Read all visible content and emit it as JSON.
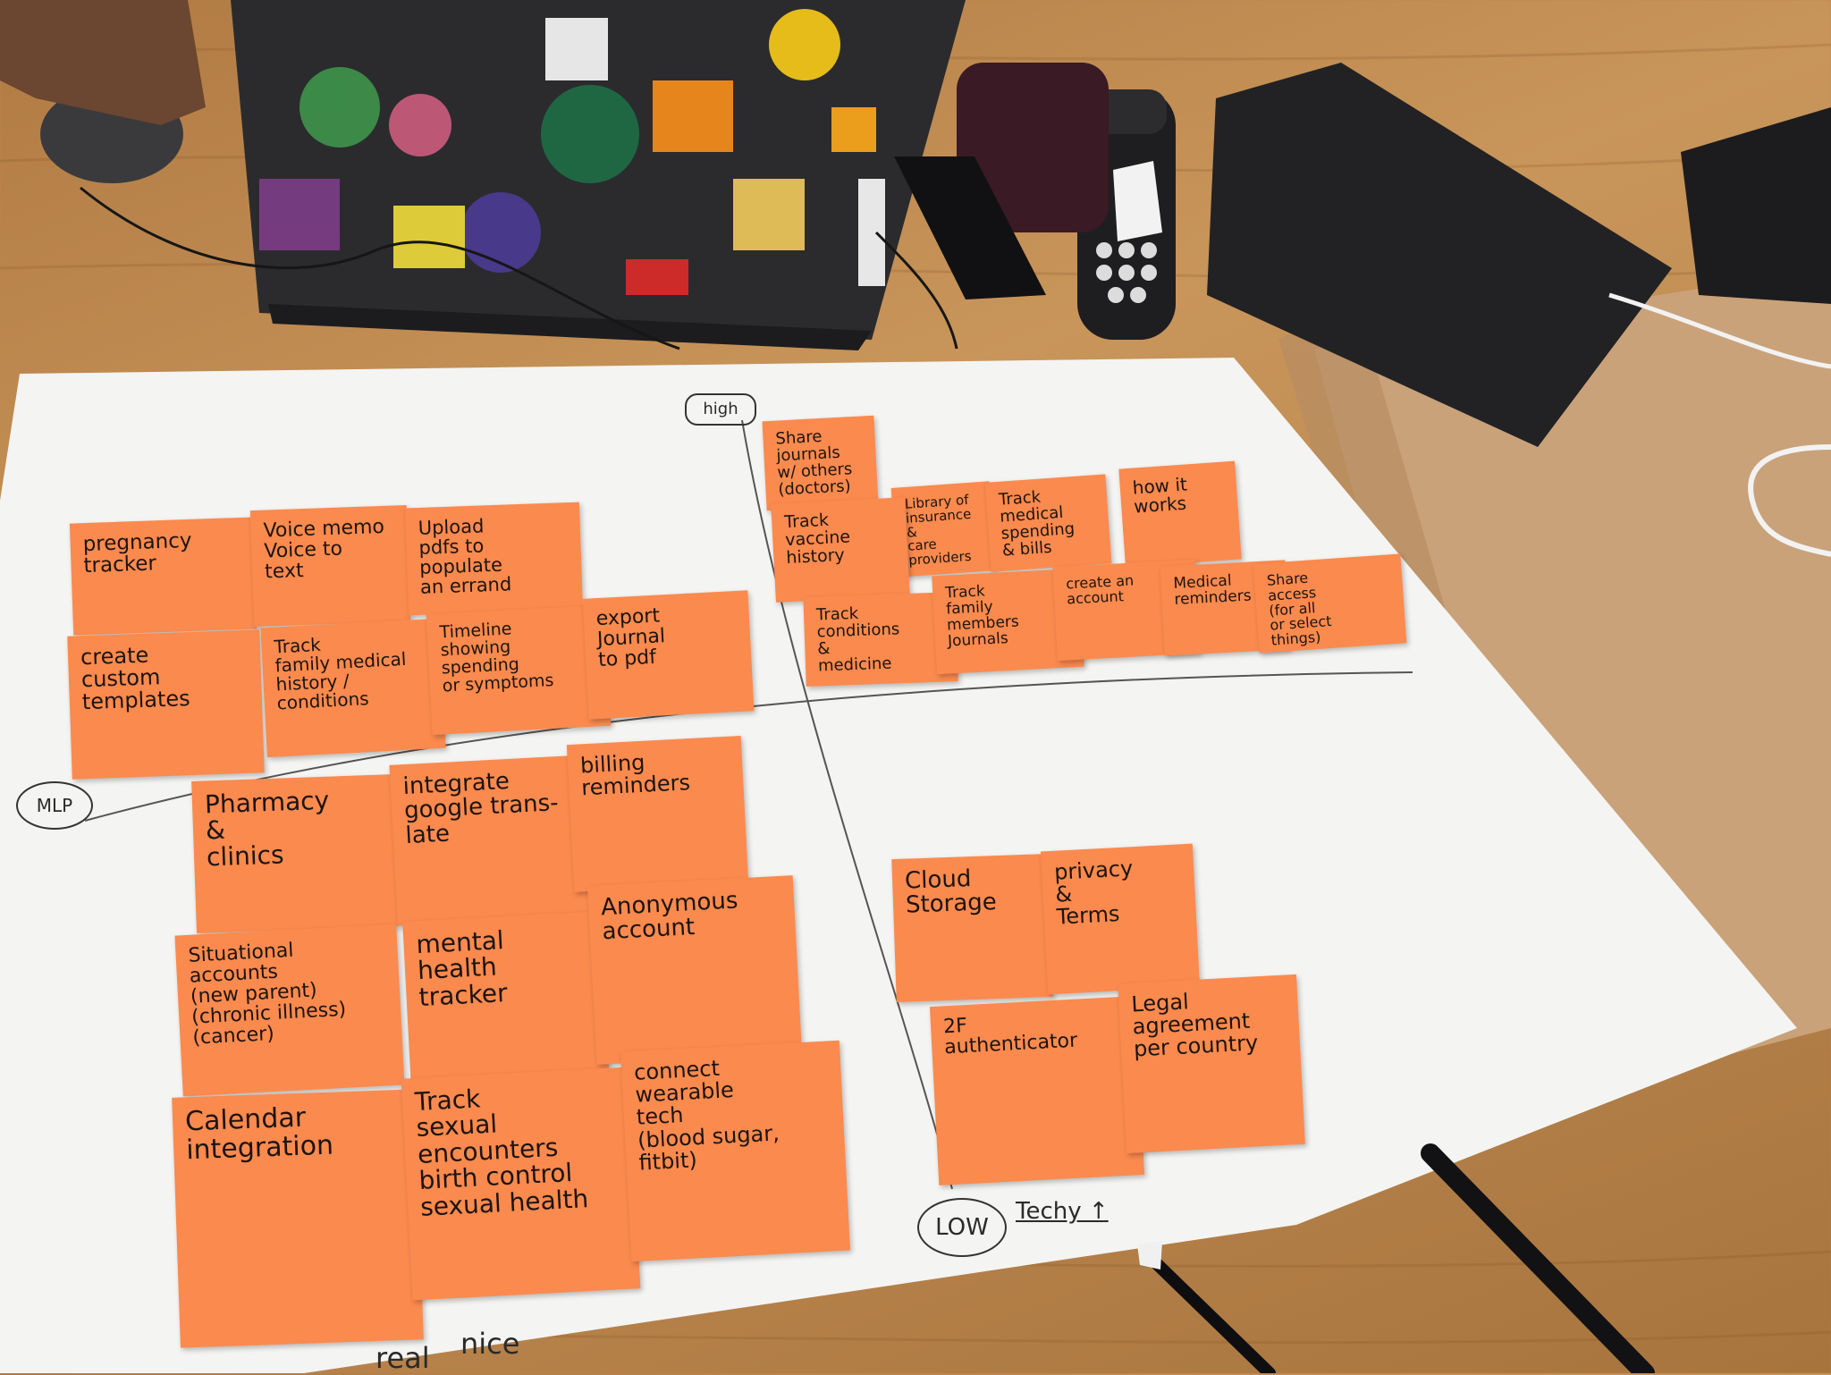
{
  "colors": {
    "note": "#fb8a4e",
    "paper": "#f4f4f2",
    "wood": "#c08c52",
    "kraft": "#c9a27a",
    "laptop": "#2b2b2e"
  },
  "axis": {
    "high": "high",
    "low": "LOW",
    "mlp": "MLP",
    "techy": "Techy ↑",
    "bottom_text_1": "real",
    "bottom_text_2": "nice"
  },
  "notes": [
    {
      "id": "share-journals",
      "lines": [
        "Share",
        "journals",
        "w/ others",
        "(doctors)"
      ]
    },
    {
      "id": "library-insurance",
      "lines": [
        "Library of",
        "insurance",
        "&",
        "care providers"
      ]
    },
    {
      "id": "track-medical-spending",
      "lines": [
        "Track",
        "medical",
        "spending",
        "& bills"
      ]
    },
    {
      "id": "how-it-works",
      "lines": [
        "how it",
        "works"
      ]
    },
    {
      "id": "track-vaccine",
      "lines": [
        "Track",
        "vaccine",
        "history"
      ]
    },
    {
      "id": "track-conditions",
      "lines": [
        "Track",
        "conditions",
        "&",
        "medicine"
      ]
    },
    {
      "id": "track-family-journals",
      "lines": [
        "Track",
        "family",
        "members",
        "Journals"
      ]
    },
    {
      "id": "create-account",
      "lines": [
        "create an",
        "account"
      ]
    },
    {
      "id": "medical-reminders",
      "lines": [
        "Medical",
        "reminders"
      ]
    },
    {
      "id": "share-access",
      "lines": [
        "Share",
        "access",
        "(for all",
        "or select",
        "things)"
      ]
    },
    {
      "id": "pregnancy-tracker",
      "lines": [
        "pregnancy",
        "tracker"
      ]
    },
    {
      "id": "voice-memo",
      "lines": [
        "Voice memo",
        "Voice to",
        "text"
      ]
    },
    {
      "id": "upload-pdfs",
      "lines": [
        "Upload",
        "pdfs to",
        "populate",
        "an errand"
      ]
    },
    {
      "id": "create-templates",
      "lines": [
        "create",
        "custom",
        "templates"
      ]
    },
    {
      "id": "track-family-medical",
      "lines": [
        "Track",
        "family medical",
        "history /",
        "conditions"
      ]
    },
    {
      "id": "timeline",
      "lines": [
        "Timeline",
        "showing",
        "spending",
        "or symptoms"
      ]
    },
    {
      "id": "export-journal",
      "lines": [
        "export",
        "Journal",
        "to pdf"
      ]
    },
    {
      "id": "pharmacy",
      "lines": [
        "Pharmacy",
        "&",
        "clinics"
      ]
    },
    {
      "id": "integrate-translate",
      "lines": [
        "integrate",
        "google trans-",
        "late"
      ]
    },
    {
      "id": "billing-reminders",
      "lines": [
        "billing",
        "reminders"
      ]
    },
    {
      "id": "situational-accounts",
      "lines": [
        "Situational",
        "accounts",
        "(new parent)",
        "(chronic illness)",
        "(cancer)"
      ]
    },
    {
      "id": "mental-health",
      "lines": [
        "mental",
        "health",
        "tracker"
      ]
    },
    {
      "id": "anonymous-account",
      "lines": [
        "Anonymous",
        "account"
      ]
    },
    {
      "id": "calendar",
      "lines": [
        "Calendar",
        "integration"
      ]
    },
    {
      "id": "track-sexual",
      "lines": [
        "Track",
        "sexual",
        "encounters",
        "birth control",
        "sexual health"
      ]
    },
    {
      "id": "connect-wearable",
      "lines": [
        "connect",
        "wearable",
        "tech",
        "(blood sugar,",
        "fitbit)"
      ]
    },
    {
      "id": "cloud-storage",
      "lines": [
        "Cloud",
        "Storage"
      ]
    },
    {
      "id": "privacy-terms",
      "lines": [
        "privacy",
        "&",
        "Terms"
      ]
    },
    {
      "id": "2f-auth",
      "lines": [
        "2F",
        "authenticator"
      ]
    },
    {
      "id": "legal-agreement",
      "lines": [
        "Legal",
        "agreement",
        "per country"
      ]
    }
  ]
}
